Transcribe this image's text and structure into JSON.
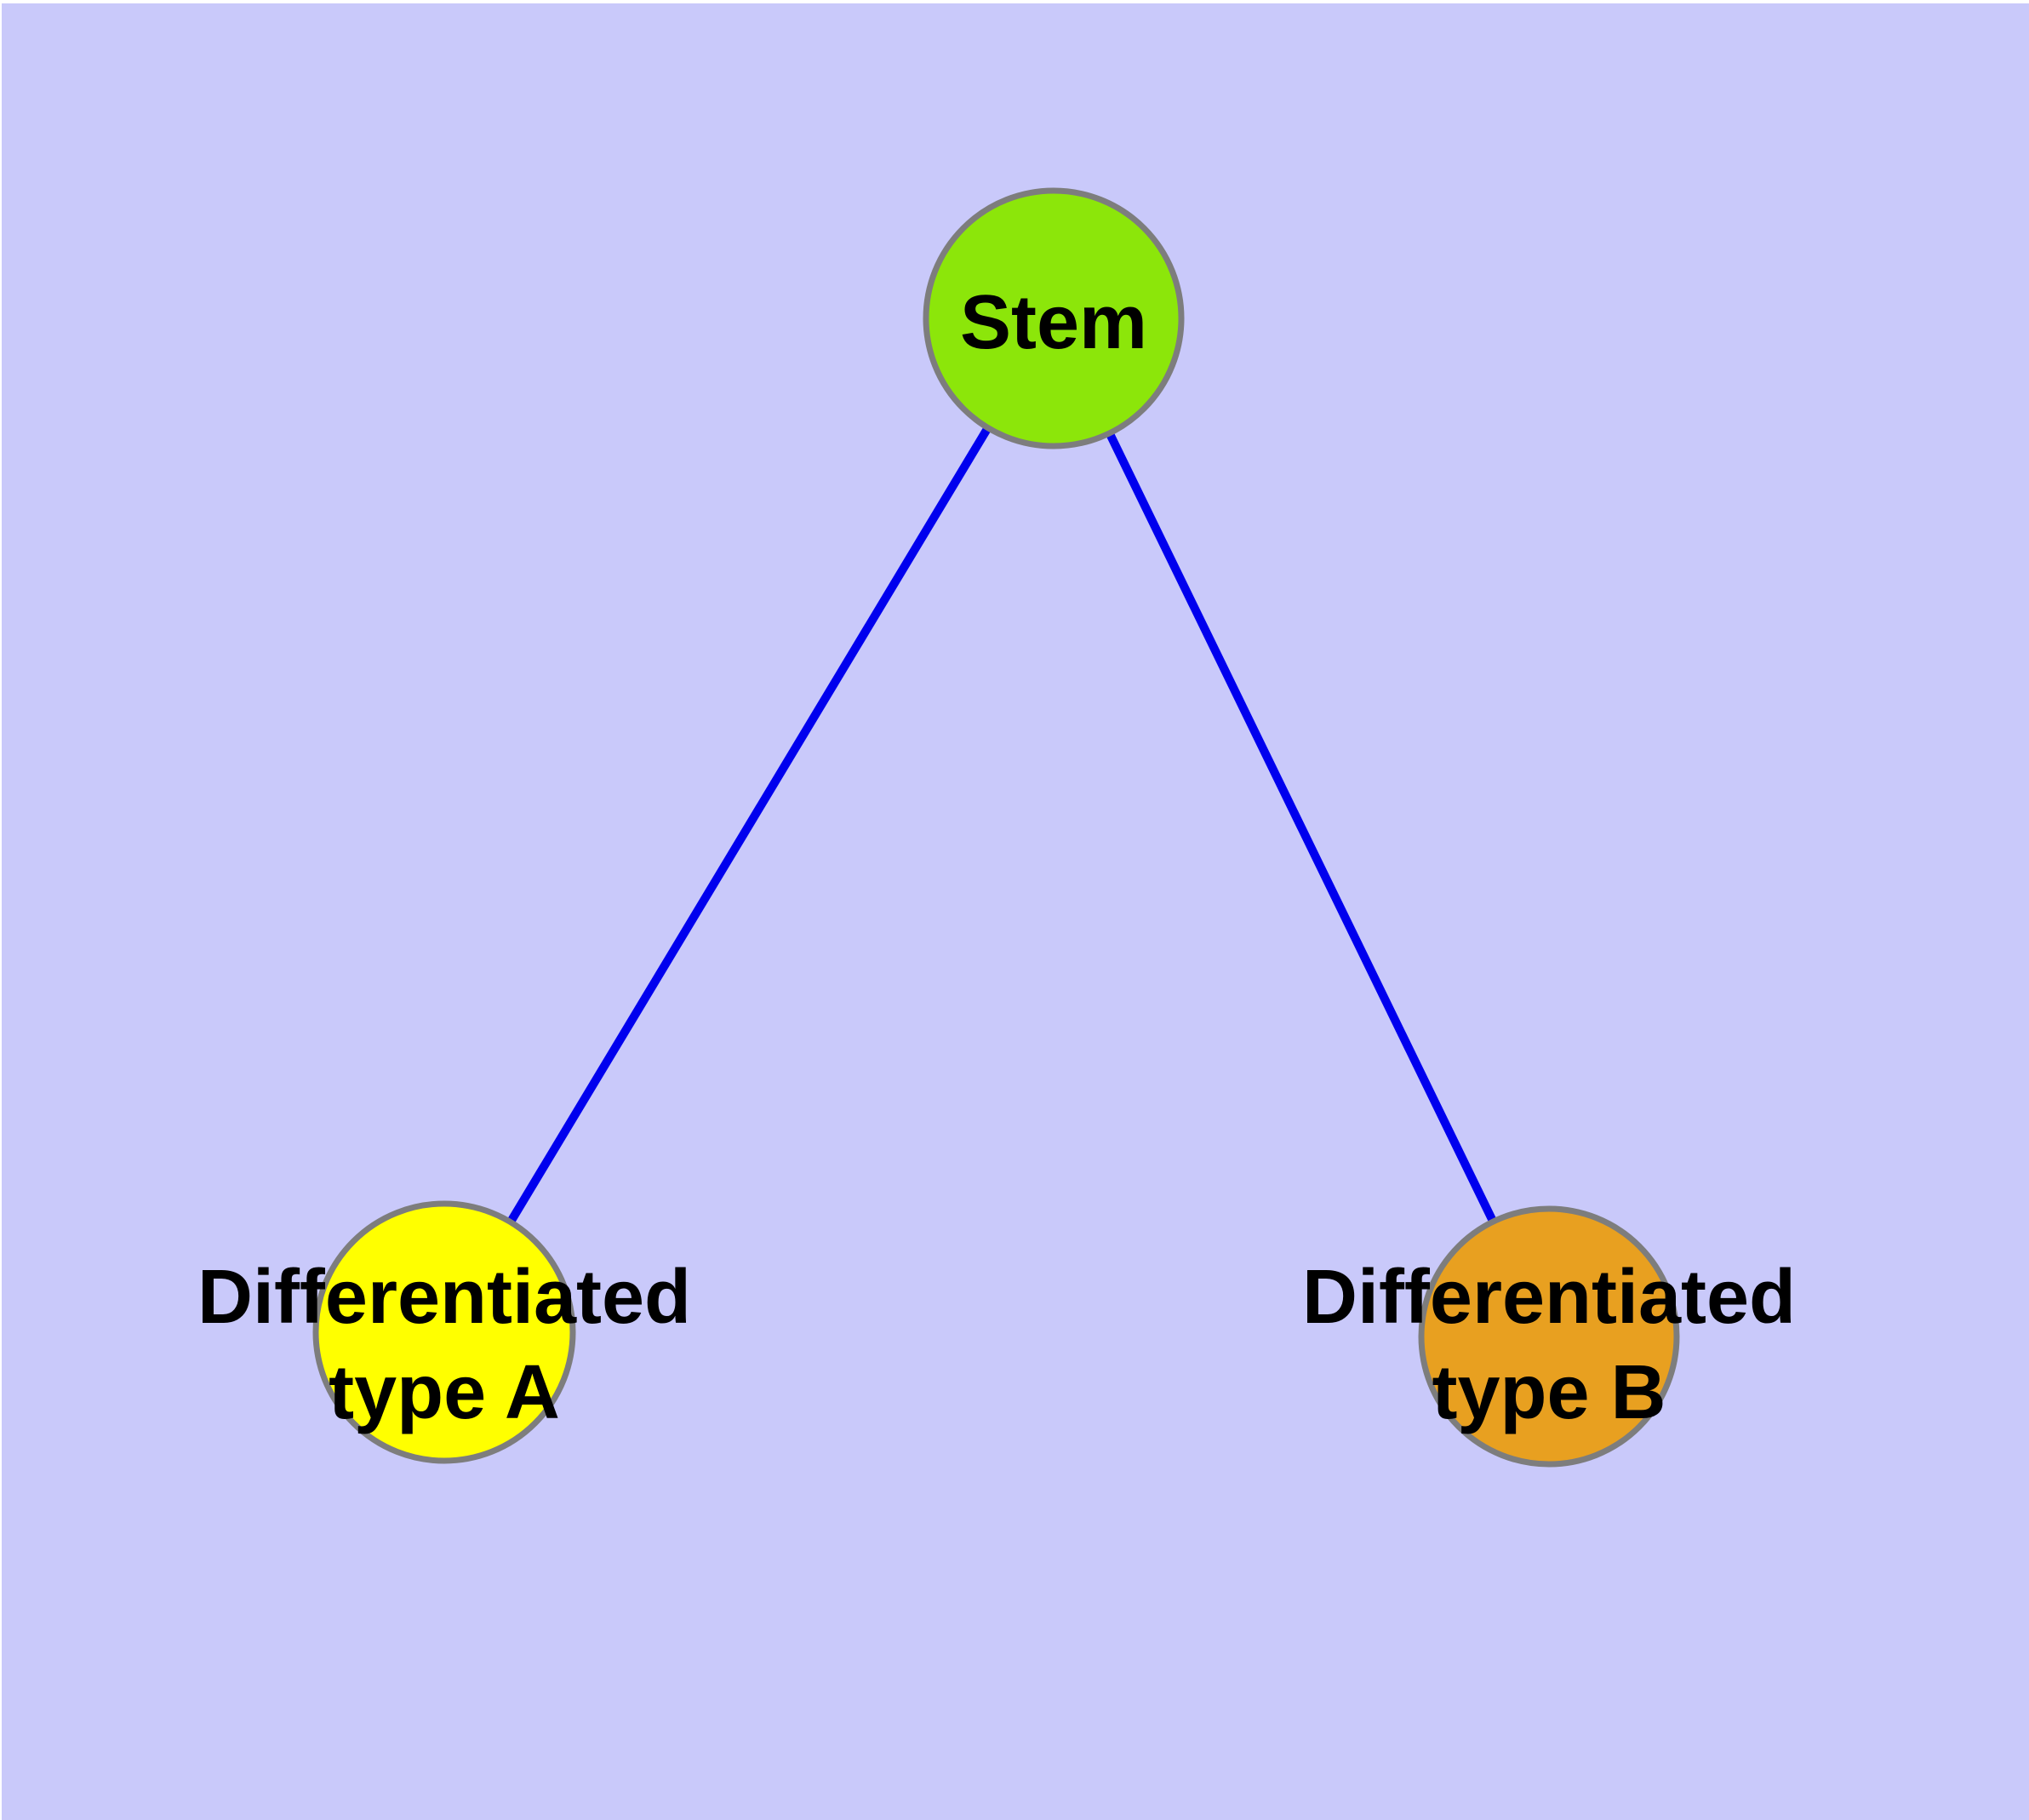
{
  "diagram": {
    "type": "node-link-graph",
    "background_color": "#C9C9FA",
    "page_border_color": "#FFFFFF",
    "edge_color": "#0000EE",
    "node_border_color": "#7D7D7D",
    "label_color": "#000000",
    "nodes": [
      {
        "id": "stem",
        "label": "Stem",
        "label_lines": [
          "Stem"
        ],
        "color": "#8CE60A"
      },
      {
        "id": "differentiated-type-a",
        "label": "Differentiated type A",
        "label_lines": [
          "Differentiated",
          "type A"
        ],
        "color": "#FFFF00"
      },
      {
        "id": "differentiated-type-b",
        "label": "Differentiated type B",
        "label_lines": [
          "Differentiated",
          "type B"
        ],
        "color": "#E8A020"
      }
    ],
    "edges": [
      {
        "from": "stem",
        "to": "differentiated-type-a"
      },
      {
        "from": "stem",
        "to": "differentiated-type-b"
      }
    ]
  }
}
